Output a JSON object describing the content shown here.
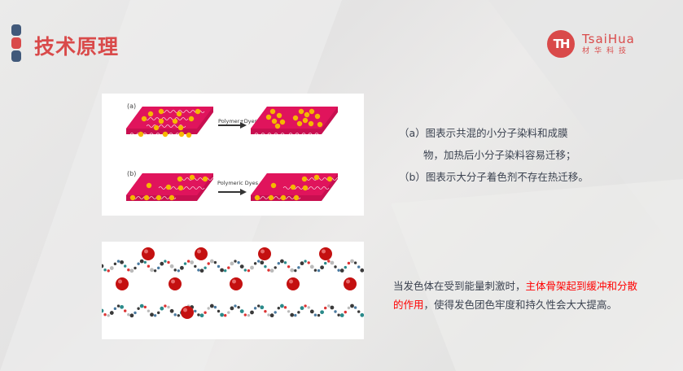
{
  "header": {
    "title": "技术原理"
  },
  "logo": {
    "mark": "TH",
    "name_en": "TsaiHua",
    "name_cn": "材华科技"
  },
  "figure1": {
    "label_a": "(a)",
    "label_b": "(b)",
    "arrow_a": "Polymer+Dyes",
    "arrow_b": "Polymeric Dyes"
  },
  "description": {
    "line1": "（a）图表示共混的小分子染料和成膜",
    "line2": "物，加热后小分子染料容易迁移；",
    "line3": "（b）图表示大分子着色剂不存在热迁移。"
  },
  "note": {
    "part1": "当发色体在受到能量刺激时，",
    "highlight1": "主体骨架起到缓冲和分散",
    "highlight2": "的作用",
    "part2": "，使得发色团色牢度和持久性会大大提高。"
  },
  "colors": {
    "accent": "#d94a4a",
    "bar_blue": "#41597a",
    "slab": "#e0145c",
    "dye": "#f5b800"
  }
}
